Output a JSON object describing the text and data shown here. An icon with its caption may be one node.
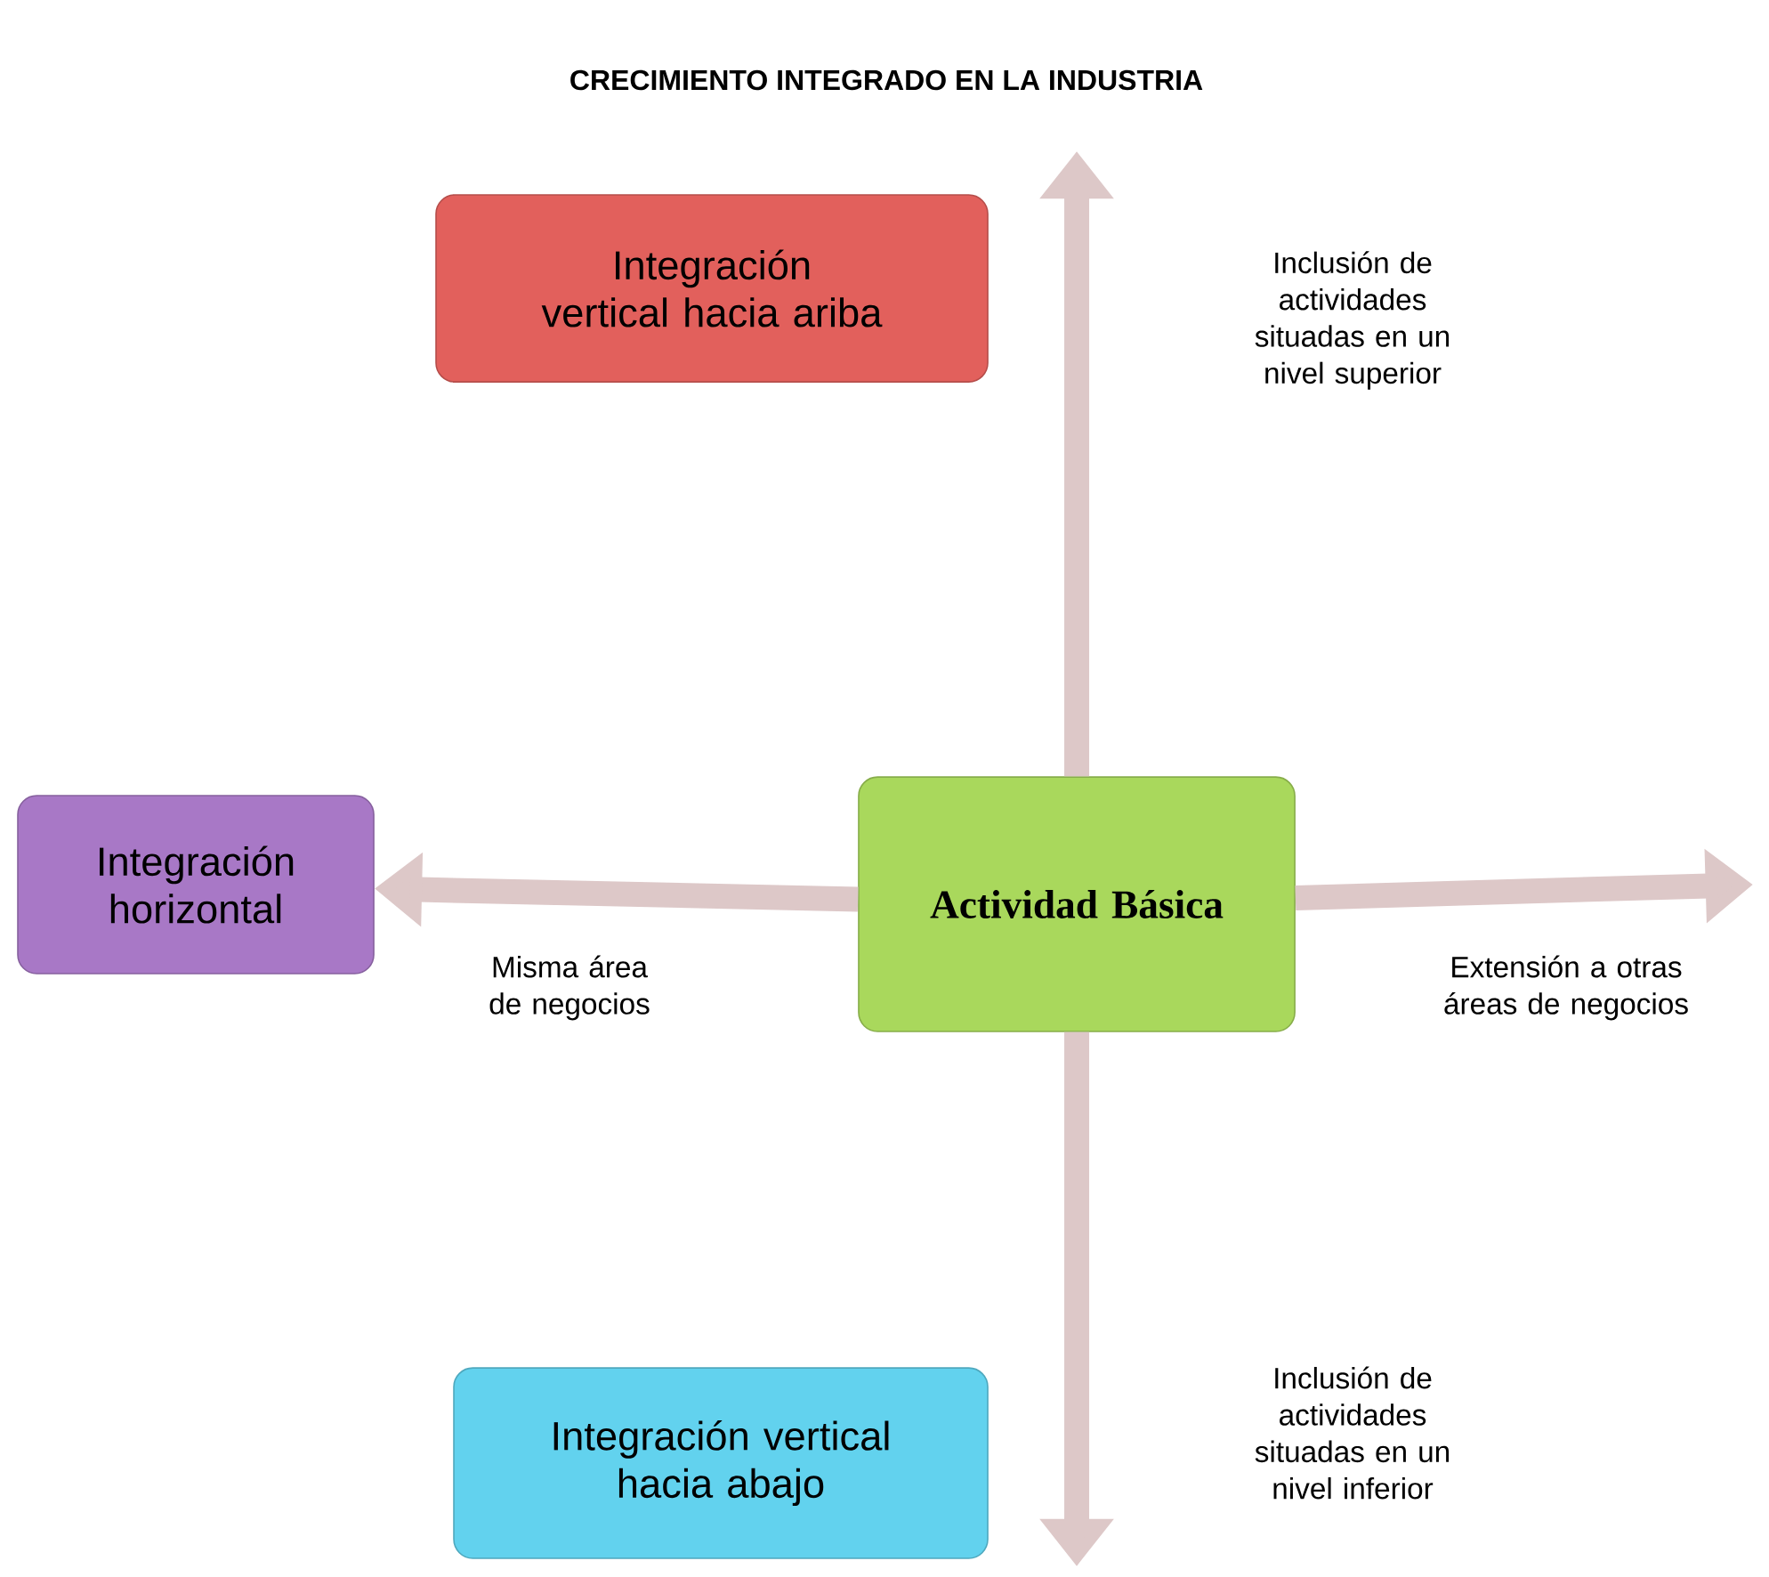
{
  "diagram": {
    "title": "CRECIMIENTO INTEGRADO EN LA INDUSTRIA",
    "nodes": [
      {
        "text": [
          "Integración vertical hacia ariba"
        ]
      },
      {
        "text": [
          "Integración horizontal"
        ]
      },
      {
        "text": [
          "Actividad Básica"
        ]
      },
      {
        "text": [
          "Integración vertical hacia abajo"
        ]
      }
    ],
    "edges": [
      {
        "from": 2,
        "to": null,
        "arrow": "to"
      },
      {
        "from": 2,
        "to": 1,
        "arrow": "to"
      },
      {
        "from": 2,
        "to": null,
        "arrow": "to"
      },
      {
        "from": 2,
        "to": null,
        "arrow": "to"
      }
    ],
    "labels": [
      "Inclusión de actividades situadas en un nivel superior",
      "Misma área de negocios",
      "Extensión a otras áreas de negocios",
      "Inclusión de actividades situadas en un nivel inferior"
    ]
  }
}
